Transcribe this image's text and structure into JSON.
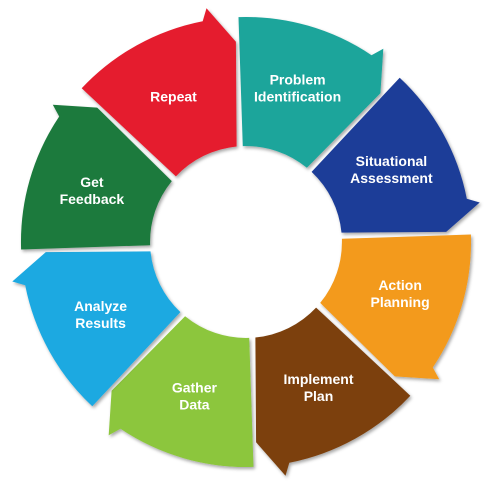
{
  "diagram": {
    "type": "cycle",
    "segments": [
      {
        "label_lines": [
          "Problem",
          "Identification"
        ],
        "color": "#1aa59b"
      },
      {
        "label_lines": [
          "Situational",
          "Assessment"
        ],
        "color": "#1f3d98"
      },
      {
        "label_lines": [
          "Action",
          "Planning"
        ],
        "color": "#f39a1c"
      },
      {
        "label_lines": [
          "Implement",
          "Plan"
        ],
        "color": "#7b410f"
      },
      {
        "label_lines": [
          "Gather",
          "Data"
        ],
        "color": "#8cc63e"
      },
      {
        "label_lines": [
          "Analyze",
          "Results"
        ],
        "color": "#1ea9e1"
      },
      {
        "label_lines": [
          "Get",
          "Feedback"
        ],
        "color": "#1c7a3c"
      },
      {
        "label_lines": [
          "Repeat"
        ],
        "color": "#e51f2e"
      }
    ]
  }
}
